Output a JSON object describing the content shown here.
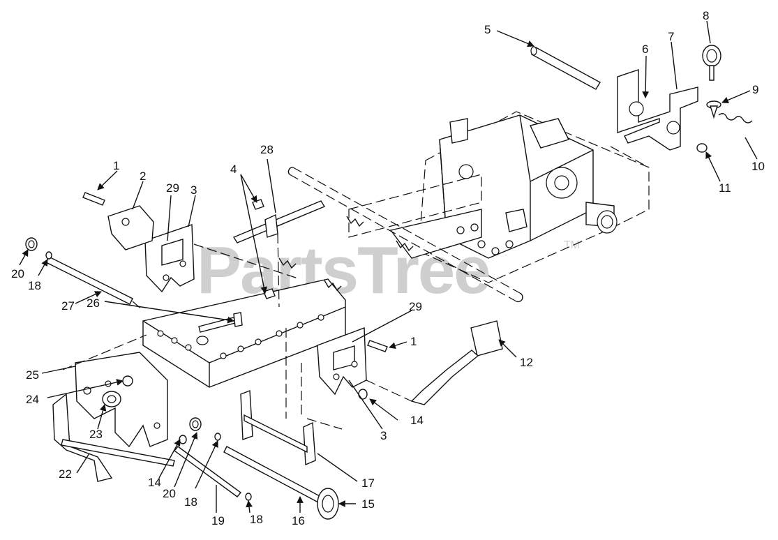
{
  "watermark": {
    "text": "PartsTree",
    "trademark": "TM"
  },
  "callouts": [
    {
      "id": "c1a",
      "label": "1"
    },
    {
      "id": "c1b",
      "label": "1"
    },
    {
      "id": "c2",
      "label": "2"
    },
    {
      "id": "c3a",
      "label": "3"
    },
    {
      "id": "c3b",
      "label": "3"
    },
    {
      "id": "c4",
      "label": "4"
    },
    {
      "id": "c5",
      "label": "5"
    },
    {
      "id": "c6",
      "label": "6"
    },
    {
      "id": "c7",
      "label": "7"
    },
    {
      "id": "c8",
      "label": "8"
    },
    {
      "id": "c9",
      "label": "9"
    },
    {
      "id": "c10",
      "label": "10"
    },
    {
      "id": "c11",
      "label": "11"
    },
    {
      "id": "c12",
      "label": "12"
    },
    {
      "id": "c14a",
      "label": "14"
    },
    {
      "id": "c14b",
      "label": "14"
    },
    {
      "id": "c15",
      "label": "15"
    },
    {
      "id": "c16",
      "label": "16"
    },
    {
      "id": "c17",
      "label": "17"
    },
    {
      "id": "c18a",
      "label": "18"
    },
    {
      "id": "c18b",
      "label": "18"
    },
    {
      "id": "c18c",
      "label": "18"
    },
    {
      "id": "c19",
      "label": "19"
    },
    {
      "id": "c20a",
      "label": "20"
    },
    {
      "id": "c20b",
      "label": "20"
    },
    {
      "id": "c22",
      "label": "22"
    },
    {
      "id": "c23",
      "label": "23"
    },
    {
      "id": "c24",
      "label": "24"
    },
    {
      "id": "c25",
      "label": "25"
    },
    {
      "id": "c26",
      "label": "26"
    },
    {
      "id": "c27",
      "label": "27"
    },
    {
      "id": "c28",
      "label": "28"
    },
    {
      "id": "c29a",
      "label": "29"
    },
    {
      "id": "c29b",
      "label": "29"
    }
  ]
}
